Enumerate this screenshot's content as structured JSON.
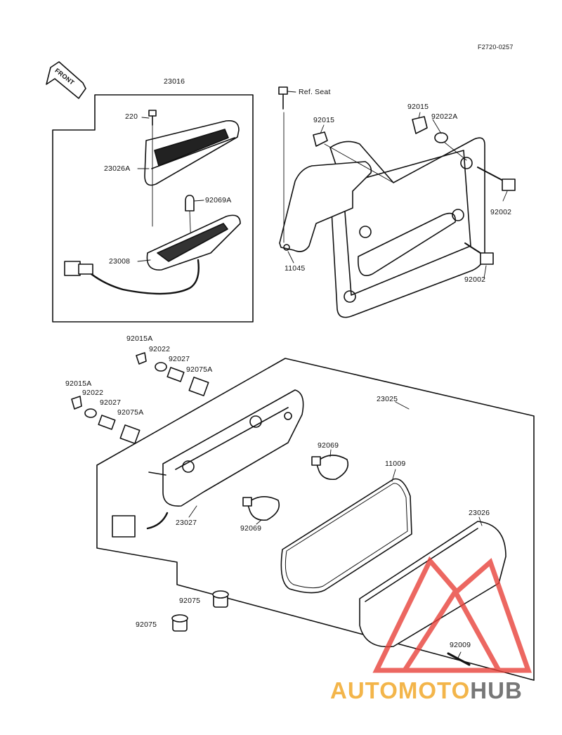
{
  "figure_id": "F2720-0257",
  "front_label": "FRONT",
  "labels": {
    "p23016": "23016",
    "p220": "220",
    "p23026A": "23026A",
    "p92069A": "92069A",
    "p23008": "23008",
    "pRefSeat": "Ref. Seat",
    "p92015a": "92015",
    "p92015b": "92015",
    "p92022A": "92022A",
    "p92002a": "92002",
    "p92002b": "92002",
    "p11045": "11045",
    "p92015A_1": "92015A",
    "p92022_1": "92022",
    "p92027_1": "92027",
    "p92075A_1": "92075A",
    "p92015A_2": "92015A",
    "p92022_2": "92022",
    "p92027_2": "92027",
    "p92075A_2": "92075A",
    "p23025": "23025",
    "p92069a": "92069",
    "p92069b": "92069",
    "p11009": "11009",
    "p23027": "23027",
    "p23026": "23026",
    "p92009": "92009",
    "p92075a": "92075",
    "p92075b": "92075"
  },
  "watermark": {
    "part1": "AUTOMOTO",
    "part2": "HUB",
    "color1": "#f3b54a",
    "color2": "#777777",
    "logo_color": "#e8423a"
  }
}
